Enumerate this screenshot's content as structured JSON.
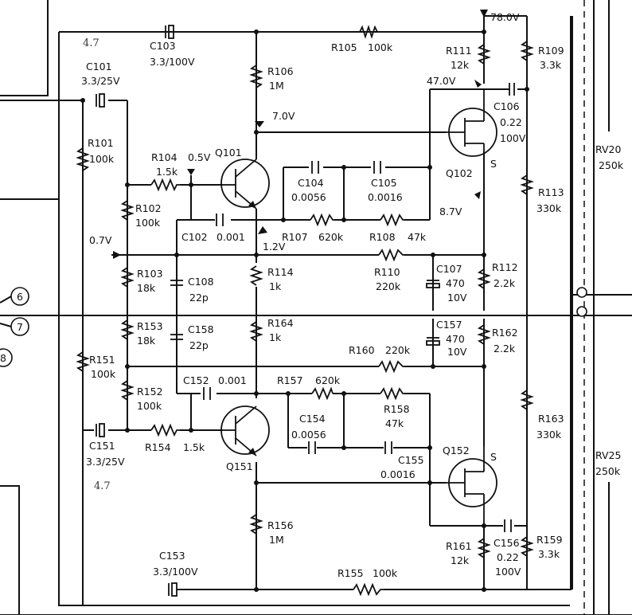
{
  "title": "",
  "annotations": {
    "hand_top": "4.7",
    "hand_bottom": "4.7"
  },
  "upper": {
    "c101": {
      "name": "C101",
      "value": "3.3/25V"
    },
    "c103": {
      "name": "C103",
      "value": "3.3/100V"
    },
    "r105": {
      "name": "R105",
      "value": "100k"
    },
    "r111": {
      "name": "R111",
      "value": "12k"
    },
    "r109": {
      "name": "R109",
      "value": "3.3k"
    },
    "supply": "78.0V",
    "r106": {
      "name": "R106",
      "value": "1M"
    },
    "v47": "47.0V",
    "c106": {
      "name": "C106",
      "value": "0.22",
      "value2": "100V"
    },
    "r101": {
      "name": "R101",
      "value": "100k"
    },
    "r104": {
      "name": "R104",
      "value": "1.5k"
    },
    "v05": "0.5V",
    "q101": "Q101",
    "v70": "7.0V",
    "c104": {
      "name": "C104",
      "value": "0.0056"
    },
    "c105": {
      "name": "C105",
      "value": "0.0016"
    },
    "q102": "Q102",
    "s_upper": "S",
    "r113": {
      "name": "R113",
      "value": "330k"
    },
    "r102": {
      "name": "R102",
      "value": "100k"
    },
    "v87": "8.7V",
    "c102": {
      "name": "C102",
      "value": "0.001"
    },
    "v12": "1.2V",
    "r107": {
      "name": "R107",
      "value": "620k"
    },
    "r108": {
      "name": "R108",
      "value": "47k"
    },
    "v07": "0.7V",
    "r103": {
      "name": "R103",
      "value": "18k"
    },
    "c108": {
      "name": "C108",
      "value": "22p"
    },
    "r114": {
      "name": "R114",
      "value": "1k"
    },
    "r110": {
      "name": "R110",
      "value": "220k"
    },
    "c107": {
      "name": "C107",
      "value": "470",
      "value2": "10V"
    },
    "r112": {
      "name": "R112",
      "value": "2.2k"
    }
  },
  "lower": {
    "r153": {
      "name": "R153",
      "value": "18k"
    },
    "c158": {
      "name": "C158",
      "value": "22p"
    },
    "r164": {
      "name": "R164",
      "value": "1k"
    },
    "c157": {
      "name": "C157",
      "value": "470",
      "value2": "10V"
    },
    "r162": {
      "name": "R162",
      "value": "2.2k"
    },
    "r151": {
      "name": "R151",
      "value": "100k"
    },
    "r160": {
      "name": "R160",
      "value": "220k"
    },
    "c152": {
      "name": "C152",
      "value": "0.001"
    },
    "r157": {
      "name": "R157",
      "value": "620k"
    },
    "r152": {
      "name": "R152",
      "value": "100k"
    },
    "r158": {
      "name": "R158",
      "value": "47k"
    },
    "c154": {
      "name": "C154",
      "value": "0.0056"
    },
    "r163": {
      "name": "R163",
      "value": "330k"
    },
    "c151": {
      "name": "C151",
      "value": "3.3/25V"
    },
    "r154": {
      "name": "R154",
      "value": "1.5k"
    },
    "q151": "Q151",
    "q152": "Q152",
    "s_lower": "S",
    "c155": {
      "name": "C155",
      "value": "0.0016"
    },
    "r156": {
      "name": "R156",
      "value": "1M"
    },
    "r161": {
      "name": "R161",
      "value": "12k"
    },
    "c156": {
      "name": "C156",
      "value": "0.22",
      "value2": "100V"
    },
    "r159": {
      "name": "R159",
      "value": "3.3k"
    },
    "c153": {
      "name": "C153",
      "value": "3.3/100V"
    },
    "r155": {
      "name": "R155",
      "value": "100k"
    }
  },
  "connectors": {
    "n6": "6",
    "n7": "7",
    "n8": "8"
  },
  "right": {
    "rv20": {
      "name": "RV20",
      "value": "250k"
    },
    "rv25": {
      "name": "RV25",
      "value": "250k"
    }
  }
}
